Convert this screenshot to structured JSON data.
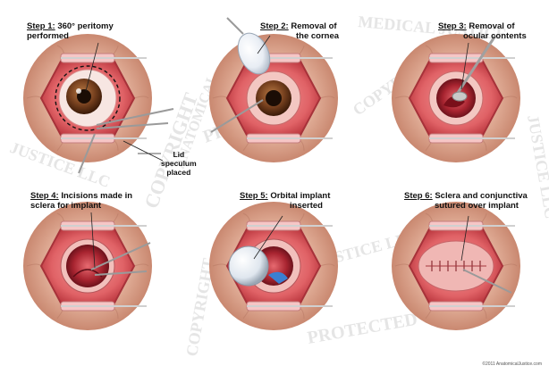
{
  "steps": [
    {
      "step": "Step 1:",
      "line1": " 360° peritomy",
      "line2": "performed"
    },
    {
      "step": "Step 2:",
      "line1": " Removal of",
      "line2": "the cornea"
    },
    {
      "step": "Step 3:",
      "line1": " Removal of",
      "line2": "ocular contents"
    },
    {
      "step": "Step 4:",
      "line1": " Incisions made in",
      "line2": "sclera for implant"
    },
    {
      "step": "Step 5:",
      "line1": " Orbital implant",
      "line2": "inserted"
    },
    {
      "step": "Step 6:",
      "line1": " Sclera and conjunctiva",
      "line2": "sutured over implant"
    }
  ],
  "callout": {
    "line1": "Lid",
    "line2": "speculum",
    "line3": "placed"
  },
  "watermarks": {
    "copyright": "COPYRIGHT",
    "protected": "PROTECTED",
    "justice": "JUSTICE LLC",
    "medical": "MEDICAL JUSTICE",
    "anatomical": "ANATOMICAL"
  },
  "credit": "©2011 AnatomicalJustice.com",
  "colors": {
    "skin": "#d9a08a",
    "tissue": "#d8545a",
    "iris": "#6b3a1c",
    "speculum": "#c8c8c8"
  }
}
